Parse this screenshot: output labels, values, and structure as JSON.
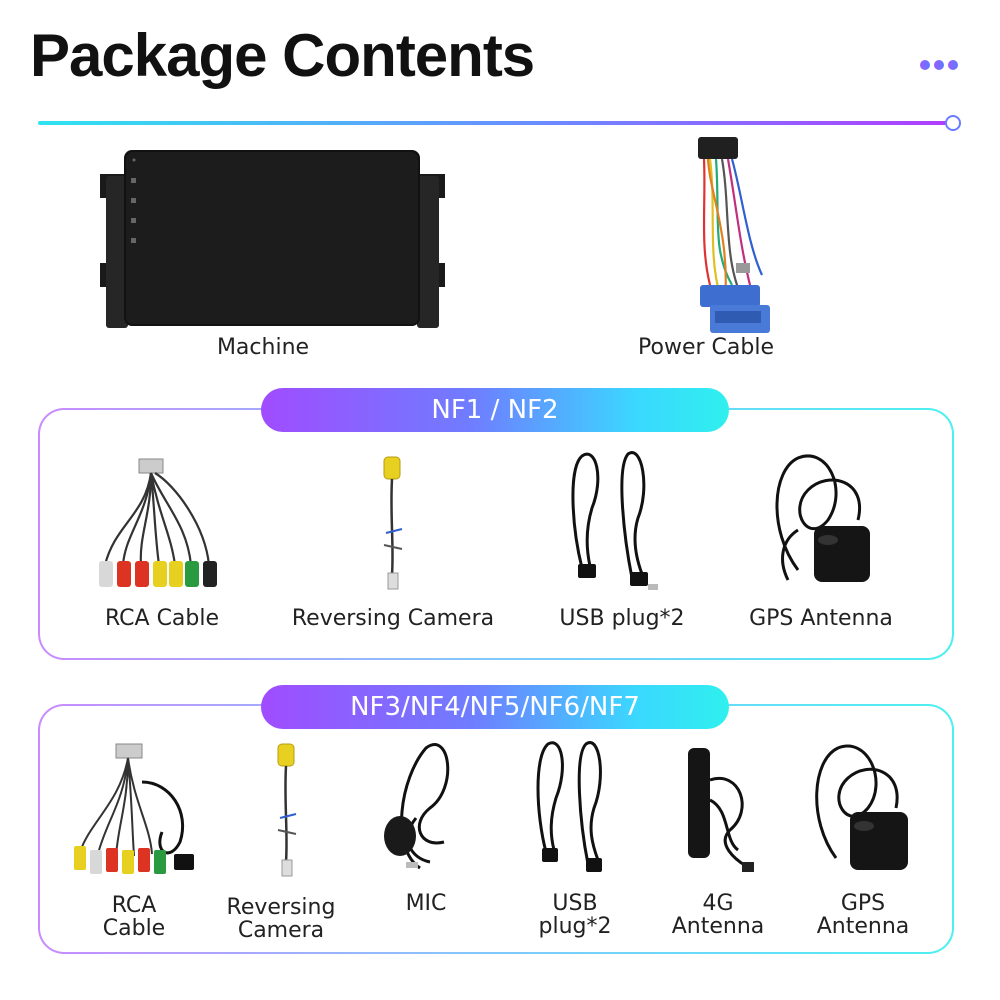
{
  "header": {
    "title": "Package Contents",
    "colors": {
      "accent_start": "#2fe3f0",
      "accent_end": "#b23cff"
    }
  },
  "main_items": [
    {
      "label": "Machine",
      "icon": "car-stereo-icon"
    },
    {
      "label": "Power Cable",
      "icon": "wire-harness-icon"
    }
  ],
  "section1": {
    "pill_label": "NF1 / NF2",
    "items": [
      {
        "label": "RCA Cable",
        "icon": "rca-cable-icon"
      },
      {
        "label": "Reversing Camera",
        "icon": "camera-cable-icon"
      },
      {
        "label": "USB plug*2",
        "icon": "usb-cable-icon"
      },
      {
        "label": "GPS Antenna",
        "icon": "gps-antenna-icon"
      }
    ]
  },
  "section2": {
    "pill_label": "NF3/NF4/NF5/NF6/NF7",
    "items": [
      {
        "line1": "RCA",
        "line2": "Cable",
        "icon": "rca-cable-icon"
      },
      {
        "line1": "Reversing",
        "line2": "Camera",
        "icon": "camera-cable-icon"
      },
      {
        "line1": "MIC",
        "line2": "",
        "icon": "microphone-icon"
      },
      {
        "line1": "USB",
        "line2": "plug*2",
        "icon": "usb-cable-icon"
      },
      {
        "line1": "4G",
        "line2": "Antenna",
        "icon": "4g-antenna-icon"
      },
      {
        "line1": "GPS",
        "line2": "Antenna",
        "icon": "gps-antenna-icon"
      }
    ]
  }
}
